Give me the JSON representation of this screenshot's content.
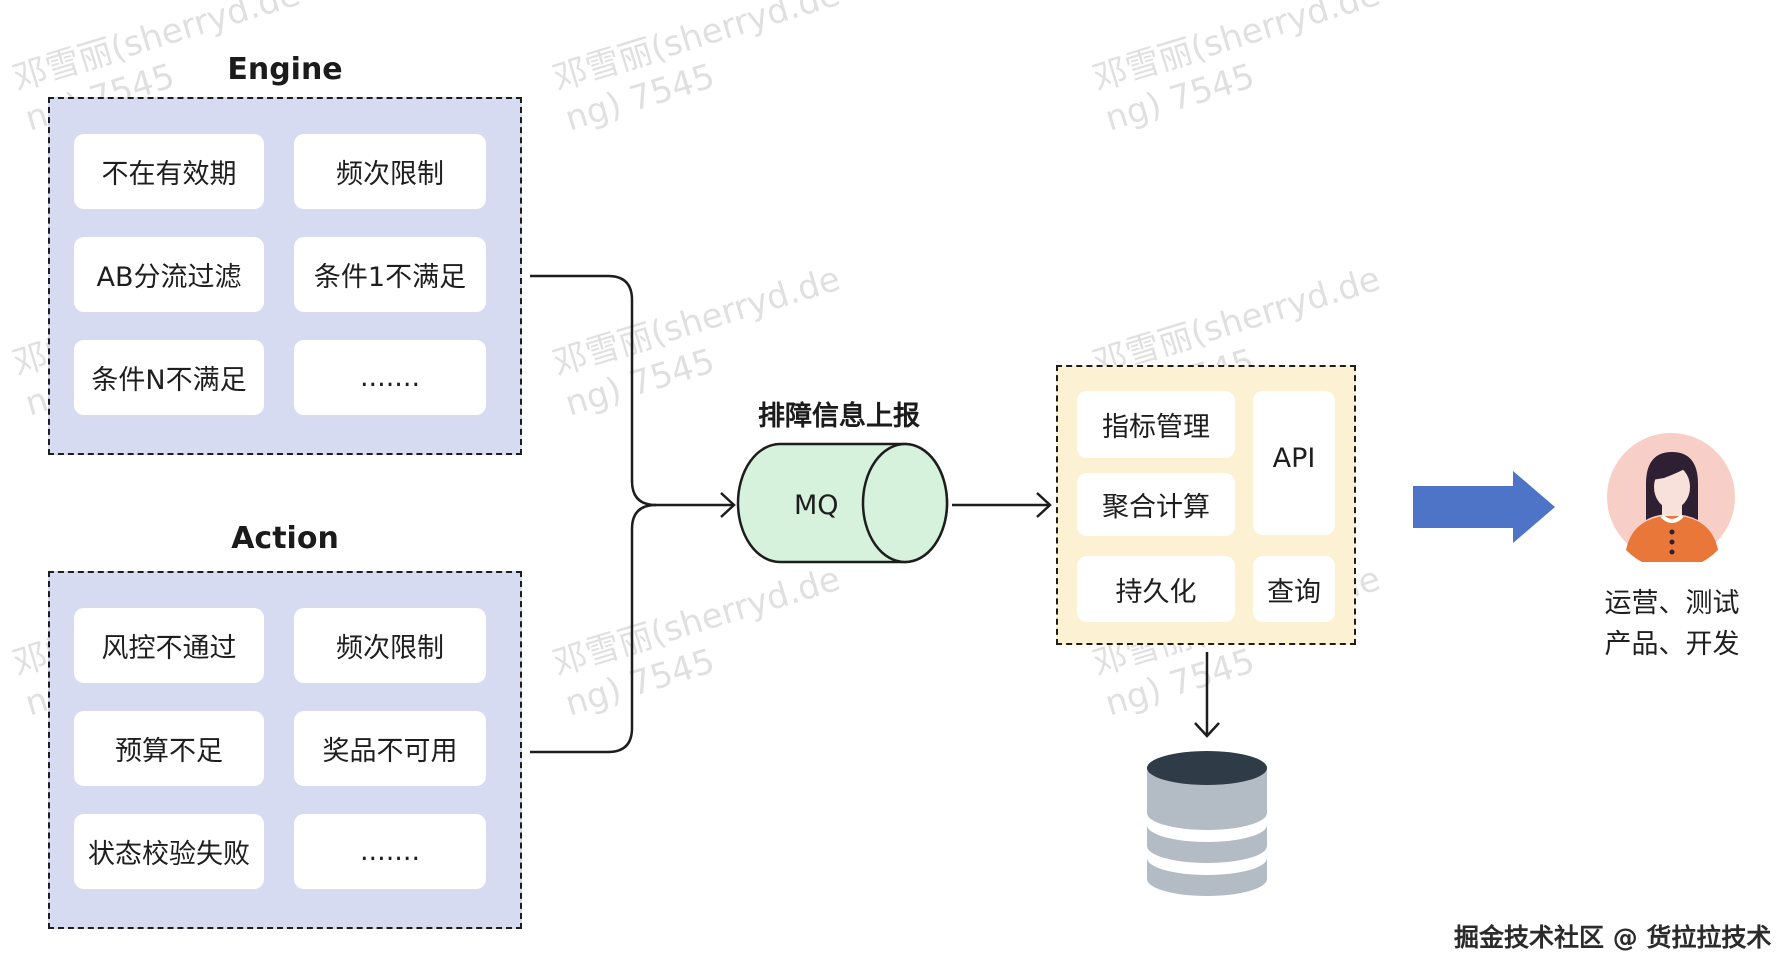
{
  "watermark": {
    "line1": "邓雪丽(sherryd.de",
    "line2": "ng) 7545"
  },
  "engine": {
    "title": "Engine",
    "items": [
      "不在有效期",
      "频次限制",
      "AB分流过滤",
      "条件1不满足",
      "条件N不满足",
      "......."
    ]
  },
  "action": {
    "title": "Action",
    "items": [
      "风控不通过",
      "频次限制",
      "预算不足",
      "奖品不可用",
      "状态校验失败",
      "......."
    ]
  },
  "mq": {
    "caption": "排障信息上报",
    "label": "MQ"
  },
  "service": {
    "metrics": "指标管理",
    "aggregate": "聚合计算",
    "persist": "持久化",
    "api": "API",
    "query": "查询"
  },
  "users": {
    "line1": "运营、测试",
    "line2": "产品、开发"
  },
  "footer": "掘金技术社区 @ 货拉拉技术",
  "colors": {
    "group_fill": "#d7dbf1",
    "mq_fill": "#d6f2dc",
    "service_fill": "#fdf1d4",
    "arrow_blue": "#4e74c8",
    "db_top": "#2f3b46",
    "db_body": "#b3bcc4",
    "avatar_bg": "#f7cfc6",
    "avatar_shirt": "#e9773a"
  },
  "icons": [
    "database-icon",
    "person-avatar-icon",
    "big-right-arrow-icon"
  ]
}
